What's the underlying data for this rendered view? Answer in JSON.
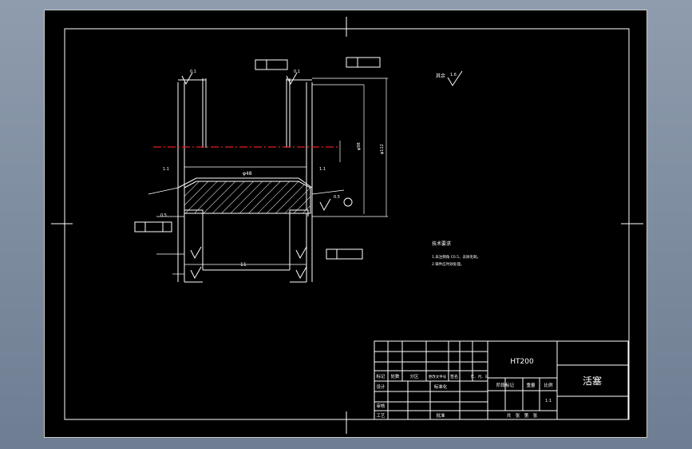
{
  "drawing": {
    "material": "HT200",
    "part_name": "活塞",
    "scale": "1:1",
    "roughness_label": "其余",
    "roughness_value": "1.6",
    "tech_title": "技术要求",
    "tech_notes": [
      "1.未注倒角 C0.5，去除毛刺。",
      "2.铸件应时效处理。"
    ],
    "dims": {
      "bore": "φ48",
      "length": "11",
      "small_a": "1.1",
      "small_b": "1.1",
      "chamfer_a": "0.5",
      "chamfer_b": "0.5",
      "diam_h": "φ98",
      "diam_v": "φ112",
      "tol_a": "0.1",
      "tol_b": "0.1"
    }
  },
  "title_block": {
    "rev_headers": [
      "标记",
      "处数",
      "分区",
      "更改文件号",
      "签名",
      "年、月、日"
    ],
    "design": "设计",
    "standard": "标准化",
    "check": "审核",
    "process": "工艺",
    "approve": "批准",
    "stage_label": "阶段标记",
    "weight_label": "重量",
    "scale_label": "比例",
    "sheets_label": "共　张　第　张"
  }
}
